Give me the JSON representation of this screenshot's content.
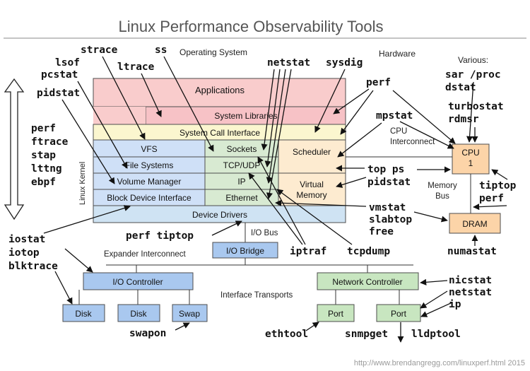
{
  "title": "Linux Performance Observability Tools",
  "footer_url": "http://www.brendangregg.com/linuxperf.html 2015",
  "region_labels": {
    "operating_system": "Operating System",
    "hardware": "Hardware",
    "linux_kernel": "Linux Kernel",
    "various": "Various:",
    "cpu_interconnect": "CPU\nInterconnect",
    "memory_bus": "Memory\nBus",
    "io_bus": "I/O Bus",
    "expander_interconnect": "Expander Interconnect",
    "interface_transports": "Interface Transports"
  },
  "os_layers": {
    "applications": "Applications",
    "system_libraries": "System Libraries",
    "system_call_interface": "System Call Interface",
    "vfs": "VFS",
    "file_systems": "File Systems",
    "volume_manager": "Volume Manager",
    "block_device_interface": "Block Device Interface",
    "sockets": "Sockets",
    "tcp_udp": "TCP/UDP",
    "ip": "IP",
    "ethernet": "Ethernet",
    "scheduler": "Scheduler",
    "virtual_memory": "Virtual\nMemory",
    "device_drivers": "Device Drivers"
  },
  "hardware": {
    "cpu": "CPU\n1",
    "dram": "DRAM",
    "io_bridge": "I/O Bridge",
    "io_controller": "I/O Controller",
    "network_controller": "Network Controller",
    "disk_1": "Disk",
    "disk_2": "Disk",
    "swap": "Swap",
    "port_1": "Port",
    "port_2": "Port"
  },
  "tools": {
    "strace": "strace",
    "ss": "ss",
    "lsof": "lsof",
    "pcstat": "pcstat",
    "ltrace": "ltrace",
    "pidstat_left": "pidstat",
    "left_stack": "perf\nftrace\nstap\nlttng\nebpf",
    "netstat_top": "netstat",
    "sysdig": "sysdig",
    "perf_top": "perf",
    "sar_dstat": "sar /proc\ndstat",
    "turbostat": "turbostat\nrdmsr",
    "mpstat": "mpstat",
    "top_ps": "top ps\npidstat",
    "tiptop_perf": "tiptop\nperf",
    "vmstat": "vmstat\nslabtop\nfree",
    "numastat": "numastat",
    "perf_tiptop": "perf tiptop",
    "iostat": "iostat\niotop\nblktrace",
    "iptraf": "iptraf",
    "tcpdump": "tcpdump",
    "nicstat": "nicstat\nnetstat\nip",
    "swapon": "swapon",
    "ethtool": "ethtool",
    "snmpget": "snmpget",
    "lldptool": "lldptool"
  },
  "colors": {
    "applications": "#f9cccc",
    "system_libraries": "#f7c2c6",
    "syscall": "#fbf6cf",
    "storage": "#cfe0f7",
    "network": "#d8ead2",
    "scheduler_vm": "#fdebd0",
    "device_drivers": "#cfe3f3",
    "cpu": "#fcd4a8",
    "io_blue": "#a9c8ef",
    "net_green": "#c8e6c0"
  }
}
